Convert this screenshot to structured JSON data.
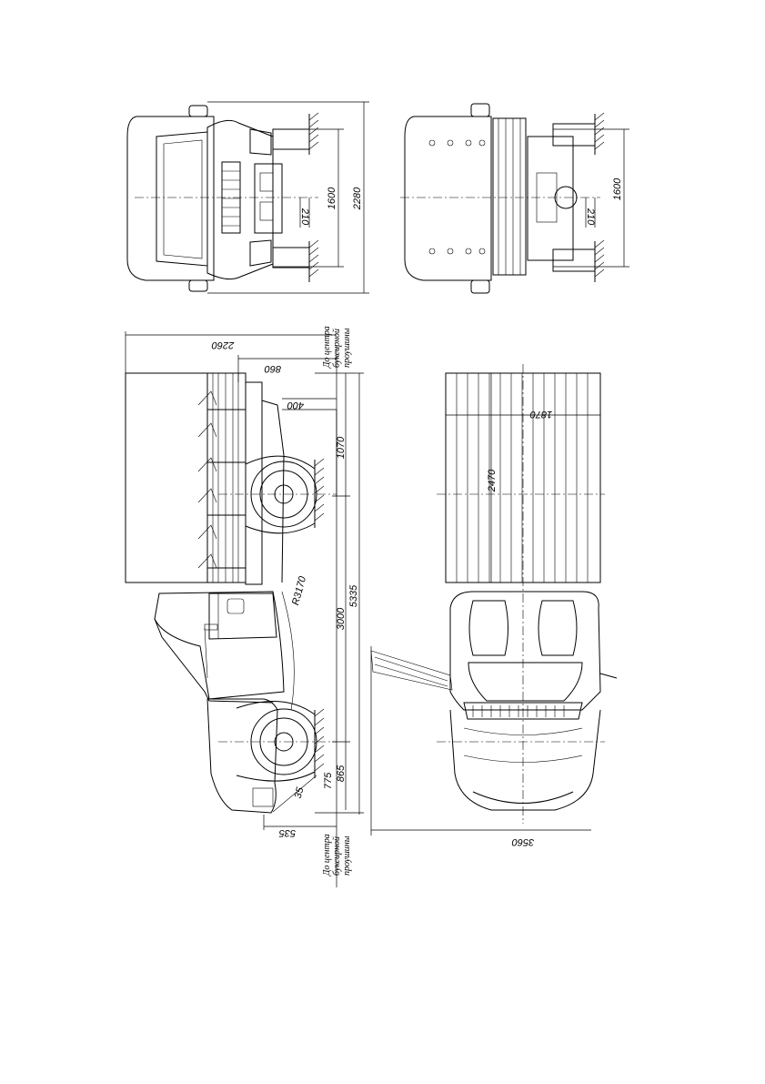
{
  "front_view": {
    "dims": {
      "track": "1600",
      "width": "2280",
      "clearance": "210"
    }
  },
  "rear_view": {
    "dims": {
      "track": "1600",
      "clearance": "210"
    }
  },
  "side_view": {
    "dims": {
      "width_total": "2260",
      "rear_tow": "860",
      "rear_overhang": "400",
      "axle_offset": "1070",
      "wheelbase": "3000",
      "length": "5335",
      "radius": "R3170",
      "front_offset": "775",
      "front_overhang": "865",
      "front_tow": "535",
      "angle": "35"
    },
    "tow_note_top": [
      "До центра",
      "буксирной",
      "проушины"
    ],
    "tow_note_bottom": [
      "До центра",
      "буксирной",
      "проушины"
    ]
  },
  "top_view": {
    "dims": {
      "bed_width": "1870",
      "bed_length": "2470",
      "door_span": "3560"
    }
  }
}
